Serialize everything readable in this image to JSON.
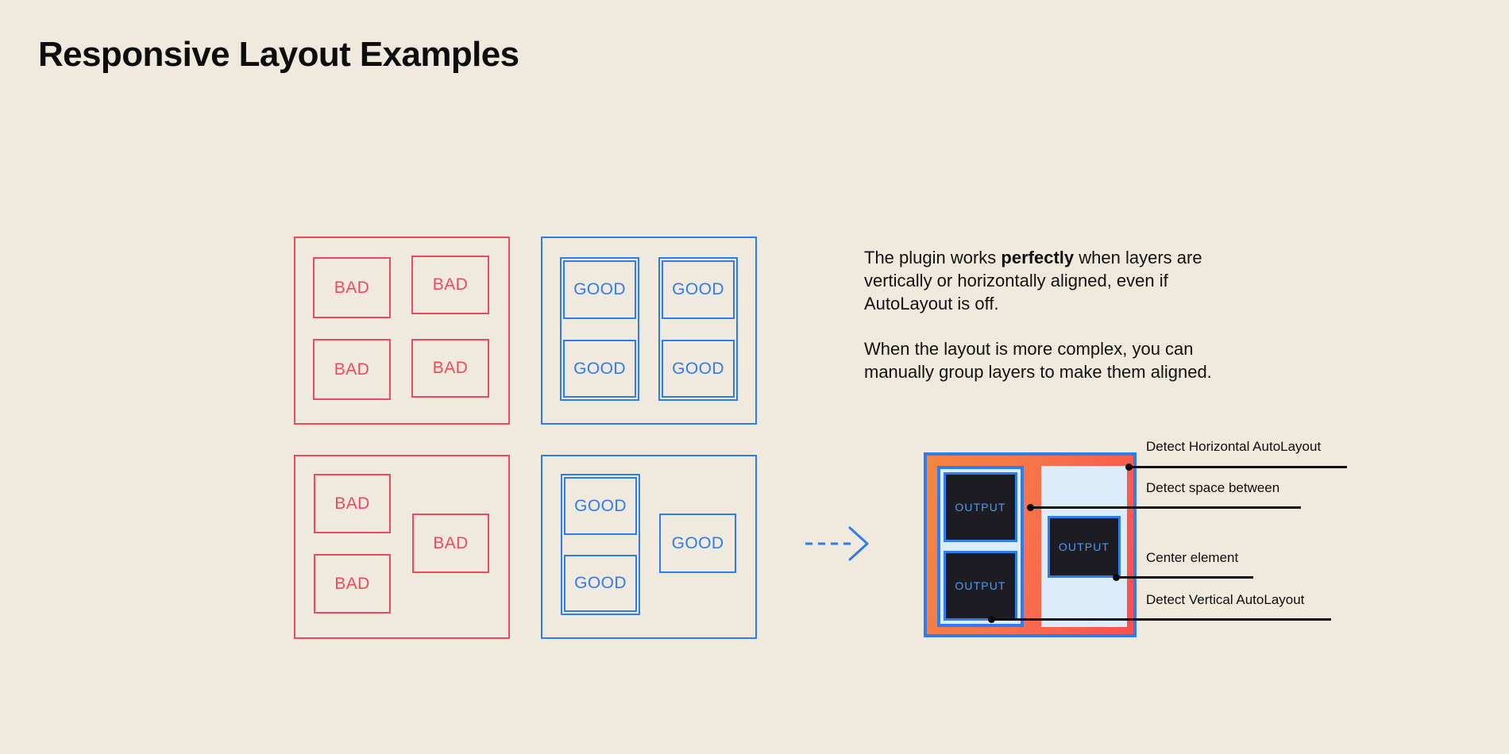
{
  "page": {
    "title": "Responsive Layout Examples",
    "background_color": "#f0eade",
    "bad_color": "#f0495e",
    "good_color": "#2f7ced",
    "text_color": "#0d0d0d"
  },
  "labels": {
    "bad": "BAD",
    "good": "GOOD",
    "output": "OUTPUT"
  },
  "examples": [
    {
      "id": "bad-grid",
      "kind": "bad",
      "cells": [
        "BAD",
        "BAD",
        "BAD",
        "BAD"
      ]
    },
    {
      "id": "good-grid",
      "kind": "good",
      "cells": [
        "GOOD",
        "GOOD",
        "GOOD",
        "GOOD"
      ]
    },
    {
      "id": "bad-scatter",
      "kind": "bad",
      "cells": [
        "BAD",
        "BAD",
        "BAD"
      ]
    },
    {
      "id": "good-grouped",
      "kind": "good",
      "cells": [
        "GOOD",
        "GOOD",
        "GOOD"
      ]
    }
  ],
  "copy": {
    "paragraph1_before": "The plugin works ",
    "paragraph1_strong": "perfectly",
    "paragraph1_after": " when layers are vertically or horizontally aligned, even if AutoLayout is off.",
    "paragraph2": "When the layout is more complex, you can manually group layers to make them aligned."
  },
  "device": {
    "outputs": [
      "OUTPUT",
      "OUTPUT",
      "OUTPUT"
    ],
    "border_color": "#2f7ced",
    "fill_start_color": "#f5863f",
    "fill_end_color": "#fc4f51",
    "column_color": "#dcecfb",
    "screen_color": "#1c1c22",
    "screen_text_color": "#4e9bf5"
  },
  "callouts": [
    {
      "id": "detect-horizontal-autolayout",
      "label": "Detect Horizontal AutoLayout"
    },
    {
      "id": "detect-space-between",
      "label": "Detect space between"
    },
    {
      "id": "center-element",
      "label": "Center element"
    },
    {
      "id": "detect-vertical-autolayout",
      "label": "Detect Vertical AutoLayout"
    }
  ],
  "arrow": {
    "name": "transform-arrow",
    "color": "#2f7ced"
  }
}
